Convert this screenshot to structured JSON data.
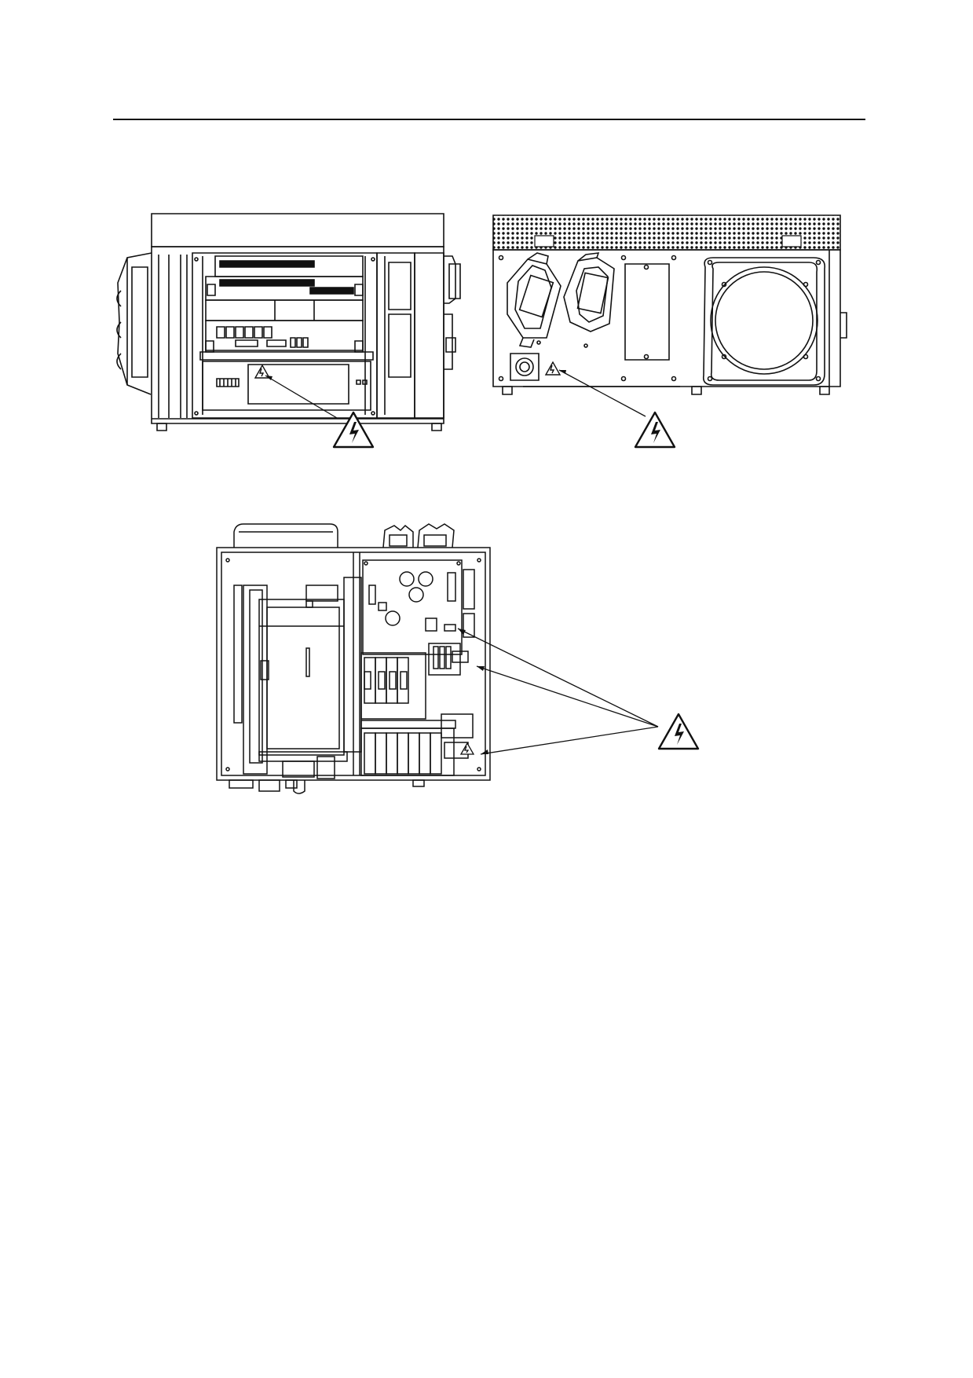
{
  "page": {
    "header_rule": true,
    "figures": [
      {
        "name": "front-view",
        "warning_symbol": "high-voltage-warning-icon",
        "callouts": 1
      },
      {
        "name": "rear-view",
        "warning_symbol": "high-voltage-warning-icon",
        "callouts": 1
      },
      {
        "name": "top-view",
        "warning_symbol": "high-voltage-warning-icon",
        "callouts": 3
      }
    ],
    "colors": {
      "ink": "#111111",
      "paper": "#ffffff"
    }
  }
}
